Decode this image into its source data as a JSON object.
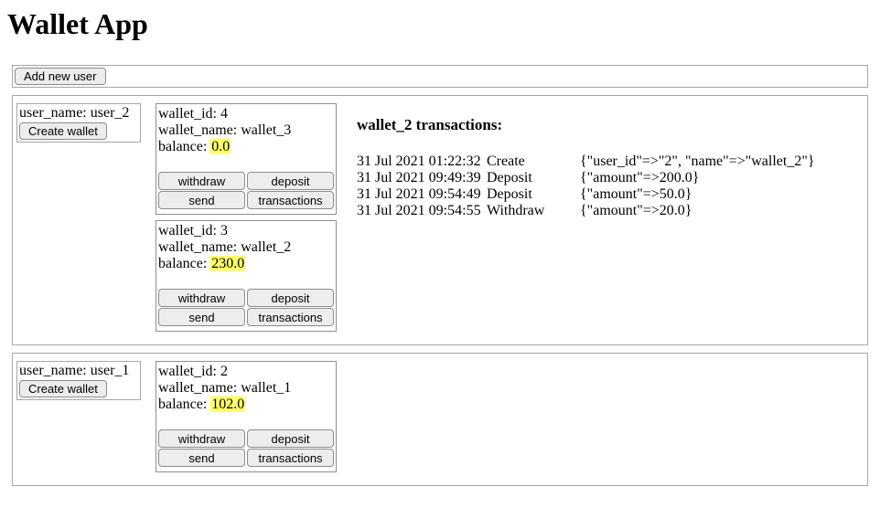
{
  "app": {
    "title": "Wallet App"
  },
  "toolbar": {
    "add_user_label": "Add new user"
  },
  "labels": {
    "balance_prefix": "balance:"
  },
  "wallet_buttons": {
    "withdraw": "withdraw",
    "deposit": "deposit",
    "send": "send",
    "transactions": "transactions"
  },
  "users": [
    {
      "user_name_line": "user_name: user_2",
      "create_wallet_label": "Create wallet",
      "wallets": [
        {
          "id_line": "wallet_id: 4",
          "name_line": "wallet_name: wallet_3",
          "balance": "0.0"
        },
        {
          "id_line": "wallet_id: 3",
          "name_line": "wallet_name: wallet_2",
          "balance": "230.0"
        }
      ],
      "transactions": {
        "heading": "wallet_2 transactions:",
        "rows": [
          {
            "timestamp": "31 Jul 2021 01:22:32",
            "type": "Create",
            "details": "{\"user_id\"=>\"2\", \"name\"=>\"wallet_2\"}"
          },
          {
            "timestamp": "31 Jul 2021 09:49:39",
            "type": "Deposit",
            "details": "{\"amount\"=>200.0}"
          },
          {
            "timestamp": "31 Jul 2021 09:54:49",
            "type": "Deposit",
            "details": "{\"amount\"=>50.0}"
          },
          {
            "timestamp": "31 Jul 2021 09:54:55",
            "type": "Withdraw",
            "details": "{\"amount\"=>20.0}"
          }
        ]
      }
    },
    {
      "user_name_line": "user_name: user_1",
      "create_wallet_label": "Create wallet",
      "wallets": [
        {
          "id_line": "wallet_id: 2",
          "name_line": "wallet_name: wallet_1",
          "balance": "102.0"
        }
      ]
    }
  ],
  "colors": {
    "highlight": "#ffff66",
    "section_border": "#a6a6a6",
    "card_border": "#8f8f8f",
    "button_bg": "#ededed",
    "button_border": "#8c8c8c"
  }
}
